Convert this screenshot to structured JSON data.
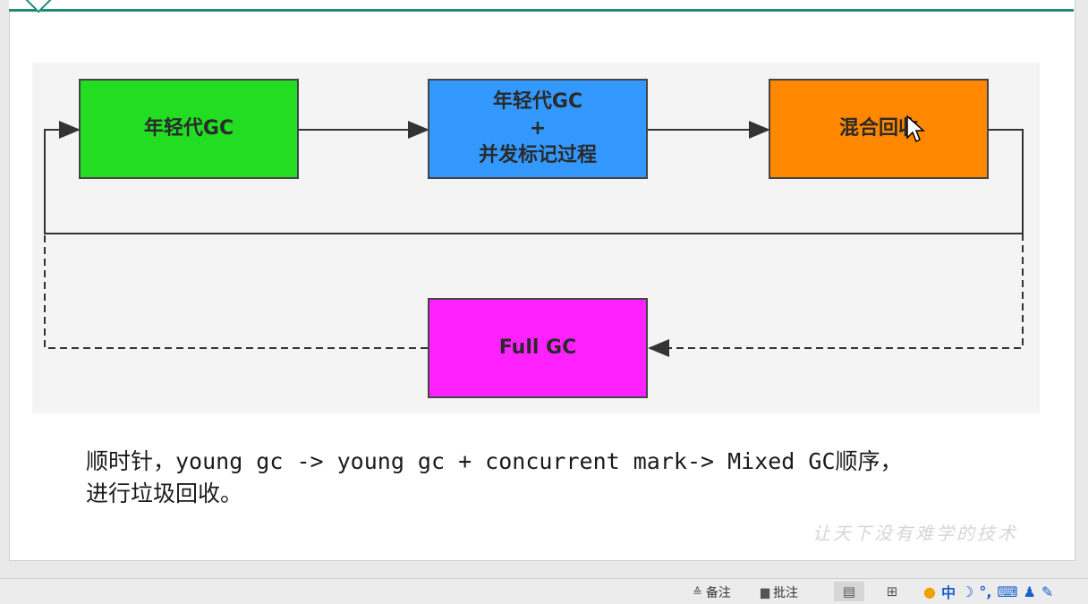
{
  "slide": {
    "title": "",
    "boxes": {
      "young_gc": "年轻代GC",
      "young_plus_line1": "年轻代GC",
      "young_plus_line2": "+",
      "young_plus_line3": "并发标记过程",
      "mixed": "混合回收",
      "full": "Full GC"
    },
    "caption_line1": "顺时针，young gc -> young gc + concurrent mark-> Mixed GC顺序，",
    "caption_line2": "进行垃圾回收。",
    "watermark": "让天下没有难学的技术"
  },
  "colors": {
    "green": "#22dd22",
    "blue": "#3399ff",
    "orange": "#ff8800",
    "magenta": "#ff22ff",
    "accent": "#1f8a78"
  },
  "statusbar": {
    "notes_label": "备注",
    "comments_label": "批注",
    "notes_icon": "notes-icon",
    "comments_icon": "comment-icon",
    "ime_label": "中"
  }
}
